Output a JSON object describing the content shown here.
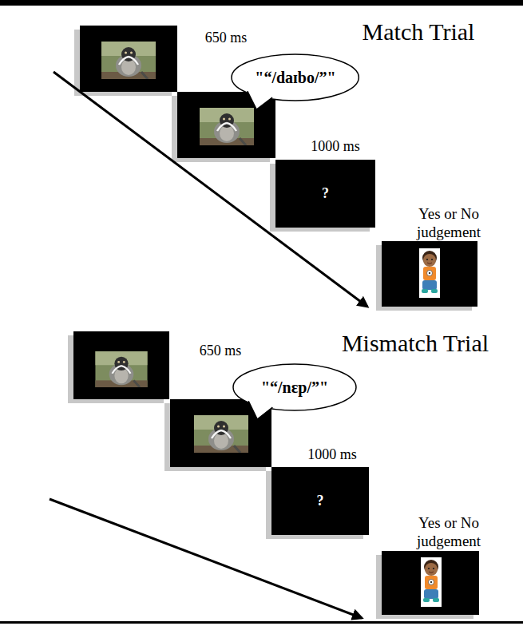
{
  "diagram": {
    "nodes": [
      {
        "text": [
          "\"“/daɪbo/”\""
        ]
      },
      {
        "text": [
          "?"
        ]
      },
      {
        "text": [
          "\"“/nɛp/”\""
        ]
      },
      {
        "text": [
          "?"
        ]
      }
    ],
    "labels": [
      "Match Trial",
      "650 ms",
      "1000 ms",
      "Yes or No judgement",
      "Mismatch Trial",
      "650 ms",
      "1000 ms",
      "Yes or No judgement"
    ]
  }
}
